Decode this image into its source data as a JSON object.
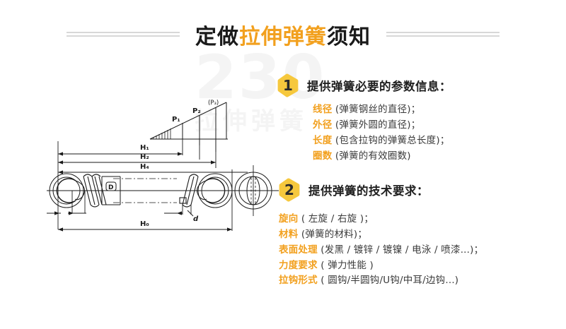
{
  "page": {
    "background": "#ffffff",
    "accent_orange": "#F2A01E",
    "badge_yellow": "#F6C83D",
    "rule_gray": "#d8d8d8"
  },
  "title": {
    "prefix": "定做",
    "highlight": "拉伸弹簧",
    "suffix": "须知",
    "full": "定做拉伸弹簧须知"
  },
  "watermark": {
    "main": "230",
    "sub": "拉伸弹簧"
  },
  "drawing": {
    "name": "tension-spring-technical-drawing",
    "dimension_labels": [
      "H₁",
      "H₂",
      "H₄",
      "H₀"
    ],
    "force_labels": [
      "P₁",
      "P₂",
      "(P₃)"
    ],
    "diameter_labels": [
      "D",
      "d"
    ],
    "cross_section_label": ""
  },
  "sections": [
    {
      "number": "1",
      "title": "提供弹簧必要的参数信息：",
      "items": [
        {
          "key": "线径",
          "desc": " (弹簧钢丝的直径)；"
        },
        {
          "key": "外径",
          "desc": " (弹簧外圆的直径)；"
        },
        {
          "key": "长度",
          "desc": " (包含拉钩的弹簧总长度)；"
        },
        {
          "key": "圈数",
          "desc": " (弹簧的有效圈数)"
        }
      ]
    },
    {
      "number": "2",
      "title": "提供弹簧的技术要求：",
      "items": [
        {
          "key": "旋向",
          "desc": " ( 左旋 / 右旋 )；"
        },
        {
          "key": "材料",
          "desc": " (弹簧的材料)；"
        },
        {
          "key": "表面处理",
          "desc": " (发黑 / 镀锌 / 镀镍 / 电泳 / 喷漆...)；"
        },
        {
          "key": "力度要求",
          "desc": " ( 弹力性能 )"
        },
        {
          "key": "拉钩形式",
          "desc": " ( 圆钩/半圆钩/U钩/中耳/边钩...)"
        }
      ]
    }
  ]
}
